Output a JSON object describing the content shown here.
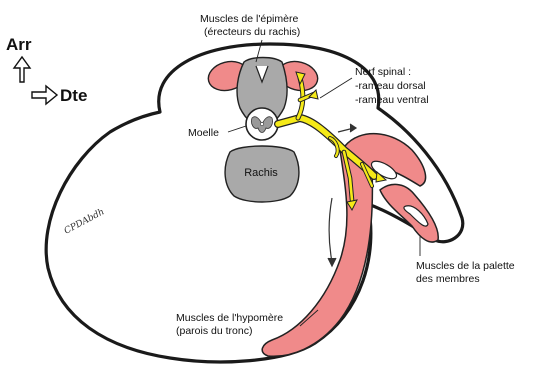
{
  "orientation": {
    "posterior": "Arr",
    "right": "Dte"
  },
  "labels": {
    "epimere_line1": "Muscles de l'épimère",
    "epimere_line2": "(érecteurs du rachis)",
    "nerve_line1": "Nerf spinal :",
    "nerve_line2": "-rameau dorsal",
    "nerve_line3": "-rameau ventral",
    "spinal_cord": "Moelle",
    "vertebral_column": "Rachis",
    "limb_line1": "Muscles de la palette",
    "limb_line2": "des membres",
    "hypomere_line1": "Muscles de l'hypomère",
    "hypomere_line2": "(parois du tronc)"
  },
  "signature": "CPDAbdh",
  "colors": {
    "muscle": "#f08a8a",
    "muscle_dark": "#e06767",
    "bone": "#a9a9a9",
    "nerve": "#f5ea18",
    "outline": "#1a1a1a"
  },
  "icons": {
    "posterior_arrow": "arrow-up-outline-icon",
    "right_arrow": "arrow-right-outline-icon"
  }
}
